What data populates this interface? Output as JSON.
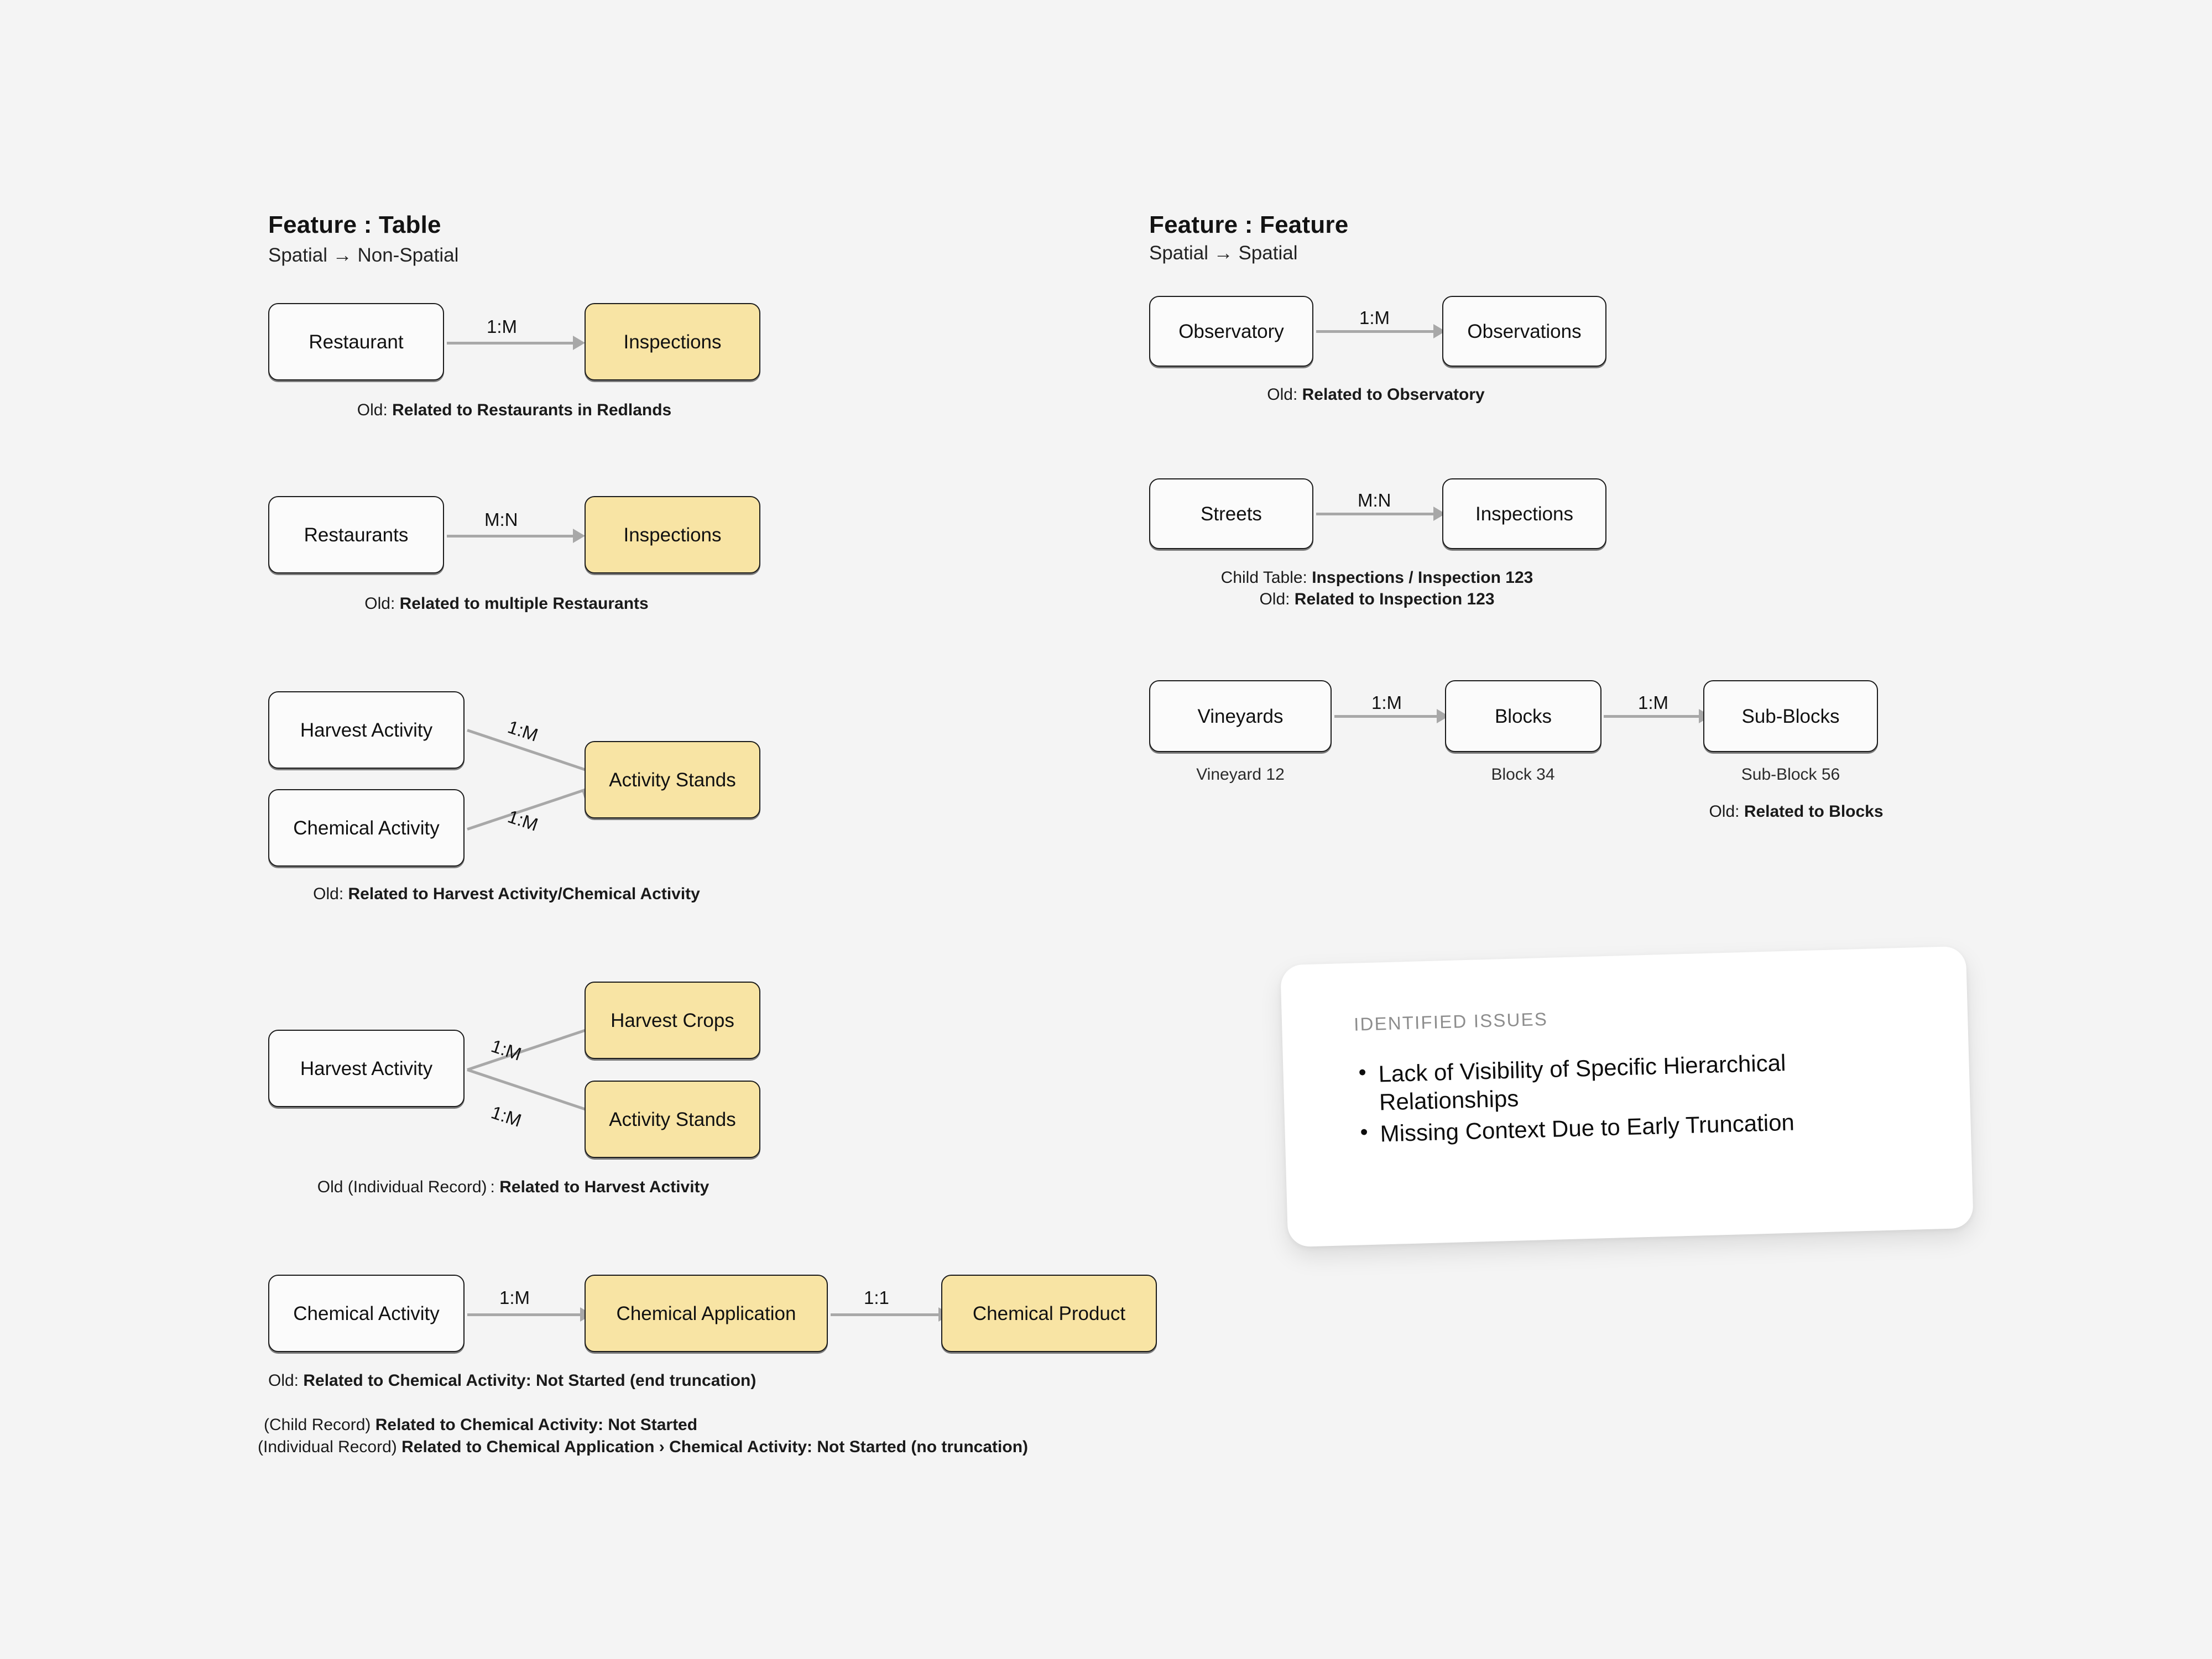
{
  "sections": [
    {
      "title": "Feature : Table",
      "subtitle": "Spatial → Non-Spatial"
    },
    {
      "title": "Feature : Feature",
      "subtitle": "Spatial → Spatial"
    }
  ],
  "boxes": {
    "restaurant": "Restaurant",
    "inspections1": "Inspections",
    "restaurants": "Restaurants",
    "inspections2": "Inspections",
    "harvest_activity1": "Harvest Activity",
    "chemical_activity1": "Chemical Activity",
    "activity_stands1": "Activity Stands",
    "harvest_activity2": "Harvest Activity",
    "harvest_crops": "Harvest Crops",
    "activity_stands2": "Activity Stands",
    "chemical_activity2": "Chemical Activity",
    "chemical_application": "Chemical Application",
    "chemical_product": "Chemical Product",
    "observatory": "Observatory",
    "observations": "Observations",
    "streets": "Streets",
    "inspections3": "Inspections",
    "vineyards": "Vineyards",
    "blocks": "Blocks",
    "sub_blocks": "Sub-Blocks"
  },
  "cardinalities": {
    "c1": "1:M",
    "c2": "M:N",
    "c3": "1:M",
    "c4": "1:M",
    "c5": "1:M",
    "c6": "1:M",
    "c7": "1:M",
    "c8": "1:1",
    "c9": "1:M",
    "c10": "M:N",
    "c11": "1:M",
    "c12": "1:M"
  },
  "captions": {
    "cap1_label": "Old:",
    "cap1_value": "Related to Restaurants in Redlands",
    "cap2_label": "Old:",
    "cap2_value": "Related to multiple Restaurants",
    "cap3_label": "Old:",
    "cap3_value": "Related to Harvest Activity/Chemical Activity",
    "cap4_label": "Old (Individual Record) :",
    "cap4_value": "Related to Harvest Activity",
    "cap5_label": "Old:",
    "cap5_value": "Related to Chemical Activity: Not Started (end truncation)",
    "cap6_label": "(Child Record)",
    "cap6_value": "Related to Chemical Activity: Not Started",
    "cap7_label": "(Individual Record)",
    "cap7_value": "Related to Chemical Application › Chemical Activity: Not Started (no truncation)",
    "cap8_label": "Old:",
    "cap8_value": "Related to Observatory",
    "cap9_label": "Child Table:",
    "cap9_value": "Inspections / Inspection 123",
    "cap10_label": "Old:",
    "cap10_value": "Related to Inspection 123",
    "cap11_label": "Old:",
    "cap11_value": "Related to Blocks"
  },
  "record_notes": {
    "vineyard": "Vineyard 12",
    "block": "Block 34",
    "sub_block": "Sub-Block 56"
  },
  "issues_card": {
    "eyebrow": "IDENTIFIED ISSUES",
    "items": [
      "Lack of Visibility of Specific Hierarchical Relationships",
      "Missing Context Due to Early Truncation"
    ]
  },
  "colors": {
    "background": "#f4f4f4",
    "highlight": "#f8e4a4",
    "box_border": "#1b1b1b",
    "connector": "#a8a8a8",
    "card_background": "#ffffff",
    "eyebrow_text": "#8d8d8d"
  }
}
